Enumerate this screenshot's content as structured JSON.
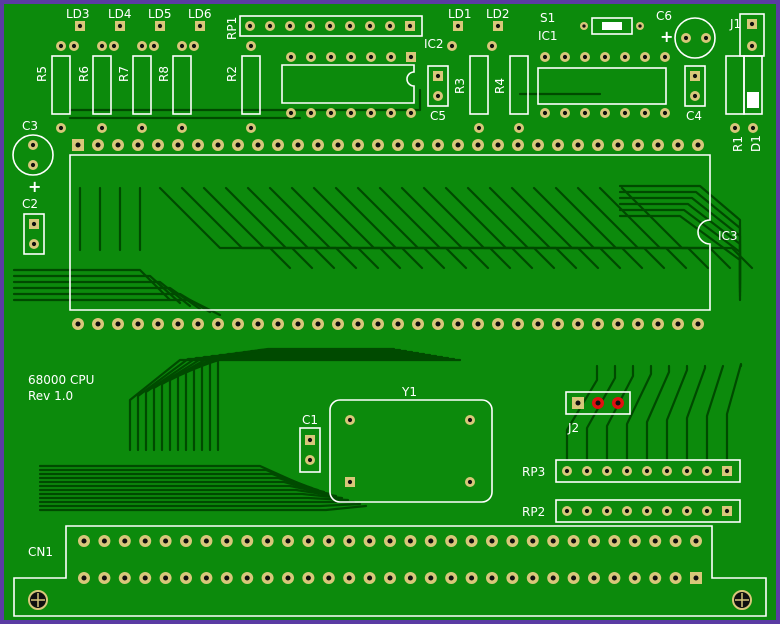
{
  "board": {
    "title": "68000 CPU",
    "revision": "Rev 1.0",
    "colors": {
      "border": "#5a3ba3",
      "substrate": "#0c8a0c",
      "trace": "#004a00",
      "silkscreen": "#ffffff",
      "pad": "#d8c77a",
      "hole": "#101010",
      "highlight": "#e01010"
    }
  },
  "labels": {
    "LD3": "LD3",
    "LD4": "LD4",
    "LD5": "LD5",
    "LD6": "LD6",
    "RP1": "RP1",
    "LD1": "LD1",
    "LD2": "LD2",
    "S1": "S1",
    "C6": "C6",
    "J1": "J1",
    "IC2": "IC2",
    "IC1": "IC1",
    "R5": "R5",
    "R6": "R6",
    "R7": "R7",
    "R8": "R8",
    "R2": "R2",
    "R3": "R3",
    "R4": "R4",
    "C5": "C5",
    "C4": "C4",
    "R1": "R1",
    "D1": "D1",
    "C3": "C3",
    "C2": "C2",
    "IC3": "IC3",
    "Y1": "Y1",
    "C1": "C1",
    "J2": "J2",
    "RP3": "RP3",
    "RP2": "RP2",
    "CN1": "CN1",
    "plus": "+"
  }
}
